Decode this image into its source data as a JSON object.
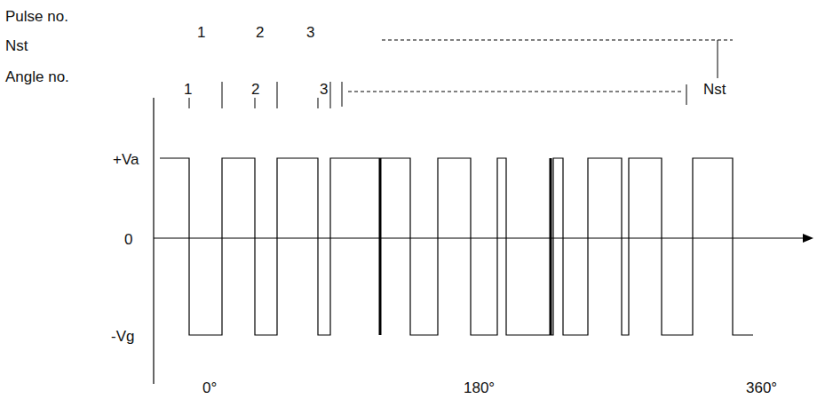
{
  "diagram": {
    "labels": [
      "Pulse no.",
      "1",
      "2",
      "3",
      "Nst",
      "Angle no.",
      "1",
      "2",
      "3",
      "Nst",
      "+Va",
      "0",
      "-Vg",
      "0°",
      "180°",
      "360°"
    ]
  }
}
